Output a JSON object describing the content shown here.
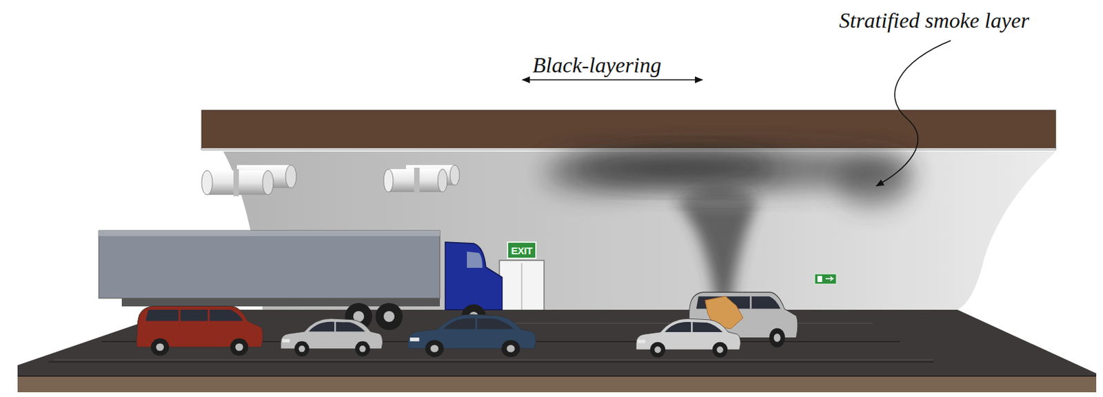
{
  "diagram": {
    "nodes": [
      {
        "text": [
          "EXIT"
        ]
      }
    ],
    "labels": [
      "Black-layering",
      "Stratified smoke layer"
    ]
  }
}
